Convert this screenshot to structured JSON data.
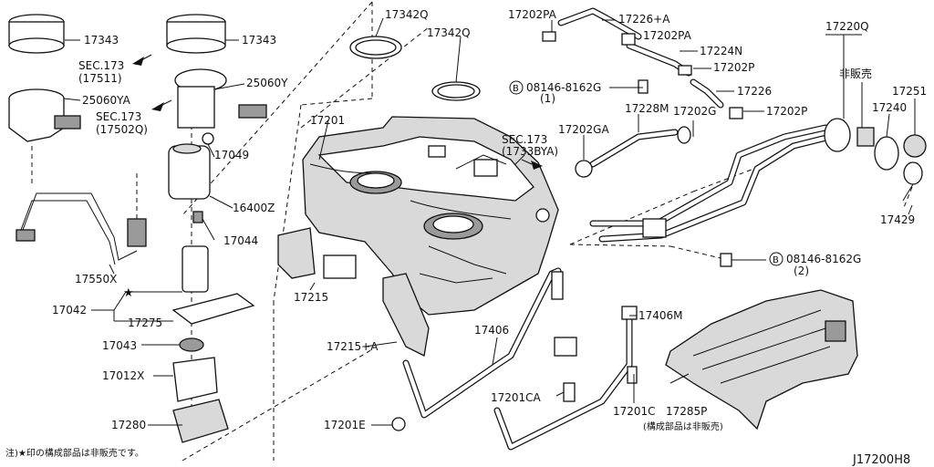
{
  "parts": {
    "p17343_left": "17343",
    "p17343_right": "17343",
    "p17342q_top": "17342Q",
    "p17342q_mid": "17342Q",
    "sec173_17511_a": "SEC.173",
    "sec173_17511_b": "(17511)",
    "p25060y": "25060Y",
    "p25060ya": "25060YA",
    "sec173_17502q_a": "SEC.173",
    "sec173_17502q_b": "(17502Q)",
    "p17049": "17049",
    "p16400z": "16400Z",
    "p17044": "17044",
    "p17550x": "17550X",
    "p17042": "17042",
    "p17275": "17275",
    "p17043": "17043",
    "p17012x": "17012X",
    "p17280": "17280",
    "p17201": "17201",
    "p17215": "17215",
    "p17215a": "17215+A",
    "p17201e": "17201E",
    "p17406": "17406",
    "p17201ca": "17201CA",
    "p17201c": "17201C",
    "p17406m": "17406M",
    "p17285p": "17285P",
    "p17285p_note": "(構成部品は非販売)",
    "p17202pa_1": "17202PA",
    "p17226a": "17226+A",
    "p17202pa_2": "17202PA",
    "p17224n": "17224N",
    "p17202p_1": "17202P",
    "bolt1_code": "08146-8162G",
    "bolt1_qty": "(1)",
    "p17226": "17226",
    "p17202p_2": "17202P",
    "p17228m": "17228M",
    "p17202g": "17202G",
    "p17202ga": "17202GA",
    "sec173_1733bya_a": "SEC.173",
    "sec173_1733bya_b": "(1733BYA)",
    "p17220q": "17220Q",
    "not_sold": "非販売",
    "p17251": "17251",
    "p17240": "17240",
    "p17429": "17429",
    "bolt2_code": "08146-8162G",
    "bolt2_qty": "(2)",
    "bolt_marker": "B"
  },
  "footnote": "注)★印の構成部品は非販売です。",
  "diagram_code": "J17200H8"
}
